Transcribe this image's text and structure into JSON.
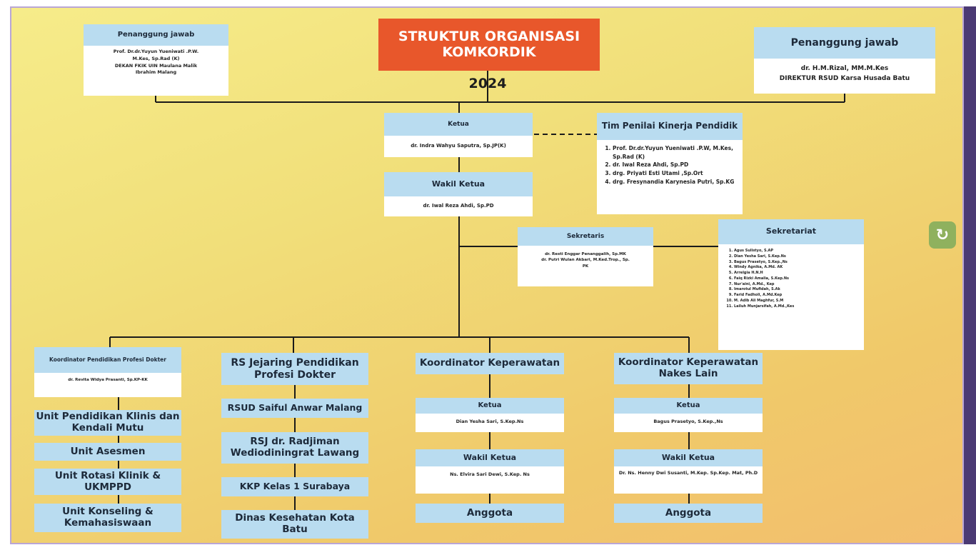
{
  "title": {
    "line1": "STRUKTUR ORGANISASI",
    "line2": "KOMKORDIK",
    "year": "2024"
  },
  "colors": {
    "title_bg": "#e8572b",
    "header_bg": "#b9dcf0",
    "background": "#f3e07e",
    "line": "#1a1a1a"
  },
  "penanggung_left": {
    "header": "Penanggung jawab",
    "lines": [
      "Prof. Dr.dr.Yuyun Yueniwati .P.W.",
      "M.Kes, Sp.Rad (K)",
      "DEKAN FKIK UIN Maulana Malik",
      "Ibrahim Malang"
    ]
  },
  "penanggung_right": {
    "header": "Penanggung jawab",
    "lines": [
      "dr. H.M.Rizal, MM.M.Kes",
      "DIREKTUR RSUD Karsa Husada Batu"
    ]
  },
  "ketua": {
    "header": "Ketua",
    "name": "dr. Indra Wahyu Saputra, Sp.JP(K)"
  },
  "wakil_ketua": {
    "header": "Wakil Ketua",
    "name": "dr. Iwal Reza Ahdi, Sp.PD"
  },
  "tim_penilai": {
    "header": "Tim Penilai Kinerja Pendidik",
    "members": [
      "Prof. Dr.dr.Yuyun Yueniwati .P.W, M.Kes, Sp.Rad (K)",
      "dr. Iwal Reza Ahdi, Sp.PD",
      "drg. Priyati Esti Utami ,Sp.Ort",
      "drg. Fresynandia Karynesia Putri, Sp.KG"
    ]
  },
  "sekretaris": {
    "header": "Sekretaris",
    "lines": [
      "dr. Resti Enggar Penanggalih, Sp.MK",
      "dr. Putri Wulan Akbari, M.Ked.Trop., Sp.",
      "PK"
    ]
  },
  "sekretariat": {
    "header": "Sekretariat",
    "members": [
      "Agus Sulistyo, S.AP",
      "Dian Yesha Sari, S.Kep.Ns",
      "Bagus Prasetyo, S.Kep.,Ns",
      "Windy Agnika, A.Md. AK",
      "Arrelgia H.N.H",
      "Faiq Rizki Amalia, S.Kep.Ns",
      "Nur'aini, A.Md., Kep",
      "Imarotul Mufidah, S.Ak",
      "Farid Fadholi, A.Md.Kep",
      "M. Adib Ali Maghfur, S.M",
      "Lailuh Munjarsifah, A.Md.,Kes"
    ]
  },
  "col1": {
    "header": "Koordinator Pendidikan Profesi Dokter",
    "name": "dr. Revita Widya Prasanti, Sp.KP-KK",
    "units": [
      "Unit Pendidikan Klinis dan Kendali Mutu",
      "Unit Asesmen",
      "Unit Rotasi Klinik & UKMPPD",
      "Unit Konseling & Kemahasiswaan"
    ]
  },
  "col2": {
    "header": "RS Jejaring Pendidikan Profesi Dokter",
    "units": [
      "RSUD Saiful Anwar Malang",
      "RSJ dr. Radjiman Wediodiningrat Lawang",
      "KKP Kelas 1 Surabaya",
      "Dinas Kesehatan Kota Batu"
    ]
  },
  "col3": {
    "header": "Koordinator Keperawatan",
    "ketua_label": "Ketua",
    "ketua_name": "Dian Yesha Sari, S.Kep.Ns",
    "wakil_label": "Wakil Ketua",
    "wakil_name": "Ns. Elvira Sari Dewi, S.Kep. Ns",
    "anggota": "Anggota"
  },
  "col4": {
    "header": "Koordinator Keperawatan Nakes Lain",
    "ketua_label": "Ketua",
    "ketua_name": "Bagus Prasetyo, S.Kep.,Ns",
    "wakil_label": "Wakil Ketua",
    "wakil_name": "Dr. Ns. Henny Dwi Susanti, M.Kep. Sp.Kep. Mat, Ph.D",
    "anggota": "Anggota"
  },
  "edge_icon": "sync-icon"
}
